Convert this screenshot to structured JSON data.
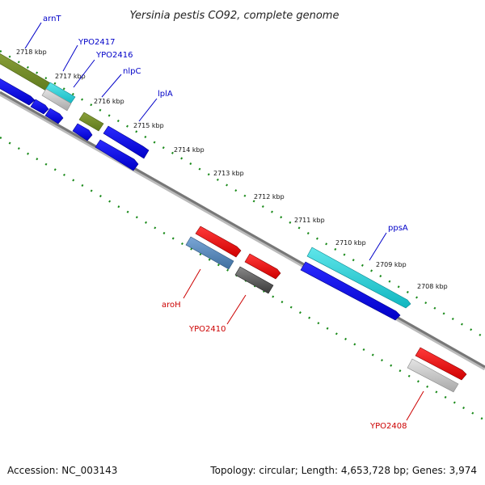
{
  "title": "Yersinia pestis CO92, complete genome",
  "footer": {
    "accession": "Accession: NC_003143",
    "summary": "Topology: circular; Length: 4,653,728 bp; Genes: 3,974"
  },
  "colors": {
    "forward_label": "#0000c8",
    "reverse_label": "#cc0000",
    "tick": "#1a8a1a",
    "backbone": "#777777"
  },
  "ticks": [
    {
      "label": "2718 kbp",
      "name": "tick-2718kbp"
    },
    {
      "label": "2717 kbp",
      "name": "tick-2717kbp"
    },
    {
      "label": "2716 kbp",
      "name": "tick-2716kbp"
    },
    {
      "label": "2715 kbp",
      "name": "tick-2715kbp"
    },
    {
      "label": "2714 kbp",
      "name": "tick-2714kbp"
    },
    {
      "label": "2713 kbp",
      "name": "tick-2713kbp"
    },
    {
      "label": "2712 kbp",
      "name": "tick-2712kbp"
    },
    {
      "label": "2711 kbp",
      "name": "tick-2711kbp"
    },
    {
      "label": "2710 kbp",
      "name": "tick-2710kbp"
    },
    {
      "label": "2709 kbp",
      "name": "tick-2709kbp"
    },
    {
      "label": "2708 kbp",
      "name": "tick-2708kbp"
    }
  ],
  "gene_labels": [
    {
      "text": "arnT",
      "strand": "forward"
    },
    {
      "text": "YPO2417",
      "strand": "forward"
    },
    {
      "text": "YPO2416",
      "strand": "forward"
    },
    {
      "text": "nlpC",
      "strand": "forward"
    },
    {
      "text": "lplA",
      "strand": "forward"
    },
    {
      "text": "ppsA",
      "strand": "forward"
    },
    {
      "text": "aroH",
      "strand": "reverse"
    },
    {
      "text": "YPO2410",
      "strand": "reverse"
    },
    {
      "text": "YPO2408",
      "strand": "reverse"
    }
  ]
}
